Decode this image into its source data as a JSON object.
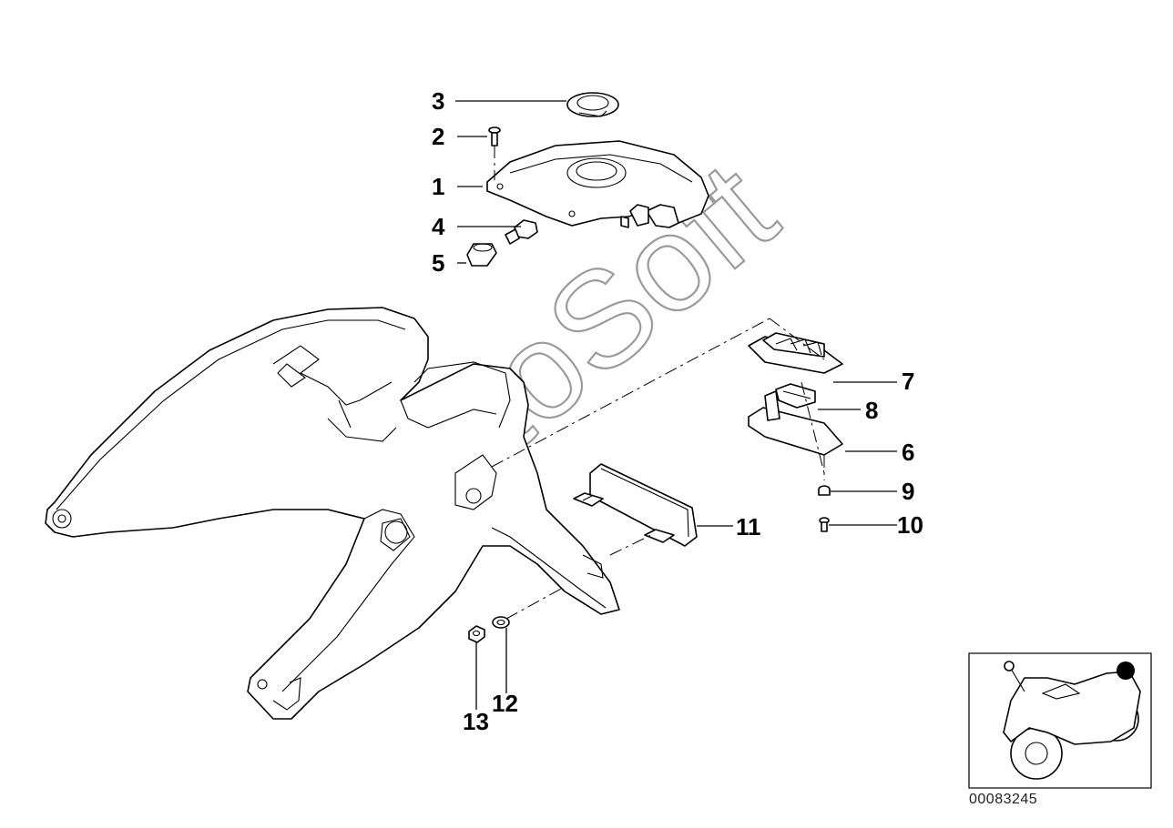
{
  "callouts": {
    "c1": "1",
    "c2": "2",
    "c3": "3",
    "c4": "4",
    "c5": "5",
    "c6": "6",
    "c7": "7",
    "c8": "8",
    "c9": "9",
    "c10": "10",
    "c11": "11",
    "c12": "12",
    "c13": "13"
  },
  "watermark": "AutoSoft",
  "diagram_id": "00083245",
  "colors": {
    "line": "#000000",
    "watermark": "#9a9a9a",
    "background": "#ffffff"
  }
}
